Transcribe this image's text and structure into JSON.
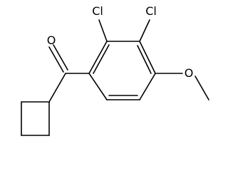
{
  "molecule": {
    "atoms": [
      {
        "id": "O1",
        "symbol": "O"
      },
      {
        "id": "Cl1",
        "symbol": "Cl"
      },
      {
        "id": "Cl2",
        "symbol": "Cl"
      },
      {
        "id": "O2",
        "symbol": "O"
      }
    ],
    "bond_color": "#000000",
    "label_color": "#000000"
  }
}
